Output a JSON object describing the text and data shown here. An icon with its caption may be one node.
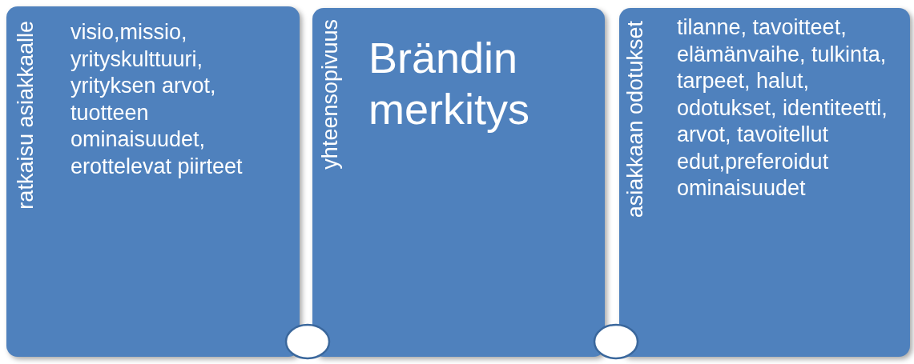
{
  "diagram": {
    "nodes": [
      {
        "text": [
          "ratkaisu asiakkaalle",
          "visio,missio, yrityskulttuuri, yrityksen arvot, tuotteen ominaisuudet, erottelevat piirteet"
        ]
      },
      {
        "text": [
          "yhteensopivuus",
          "Brändin merkitys"
        ]
      },
      {
        "text": [
          "asiakkaan odotukset",
          "tilanne, tavoitteet, elämänvaihe, tulkinta, tarpeet, halut, odotukset, identiteetti, arvot, tavoitellut edut,preferoidut ominaisuudet"
        ]
      },
      {
        "text": [],
        "shape": "circle"
      },
      {
        "text": [],
        "shape": "circle"
      }
    ]
  }
}
